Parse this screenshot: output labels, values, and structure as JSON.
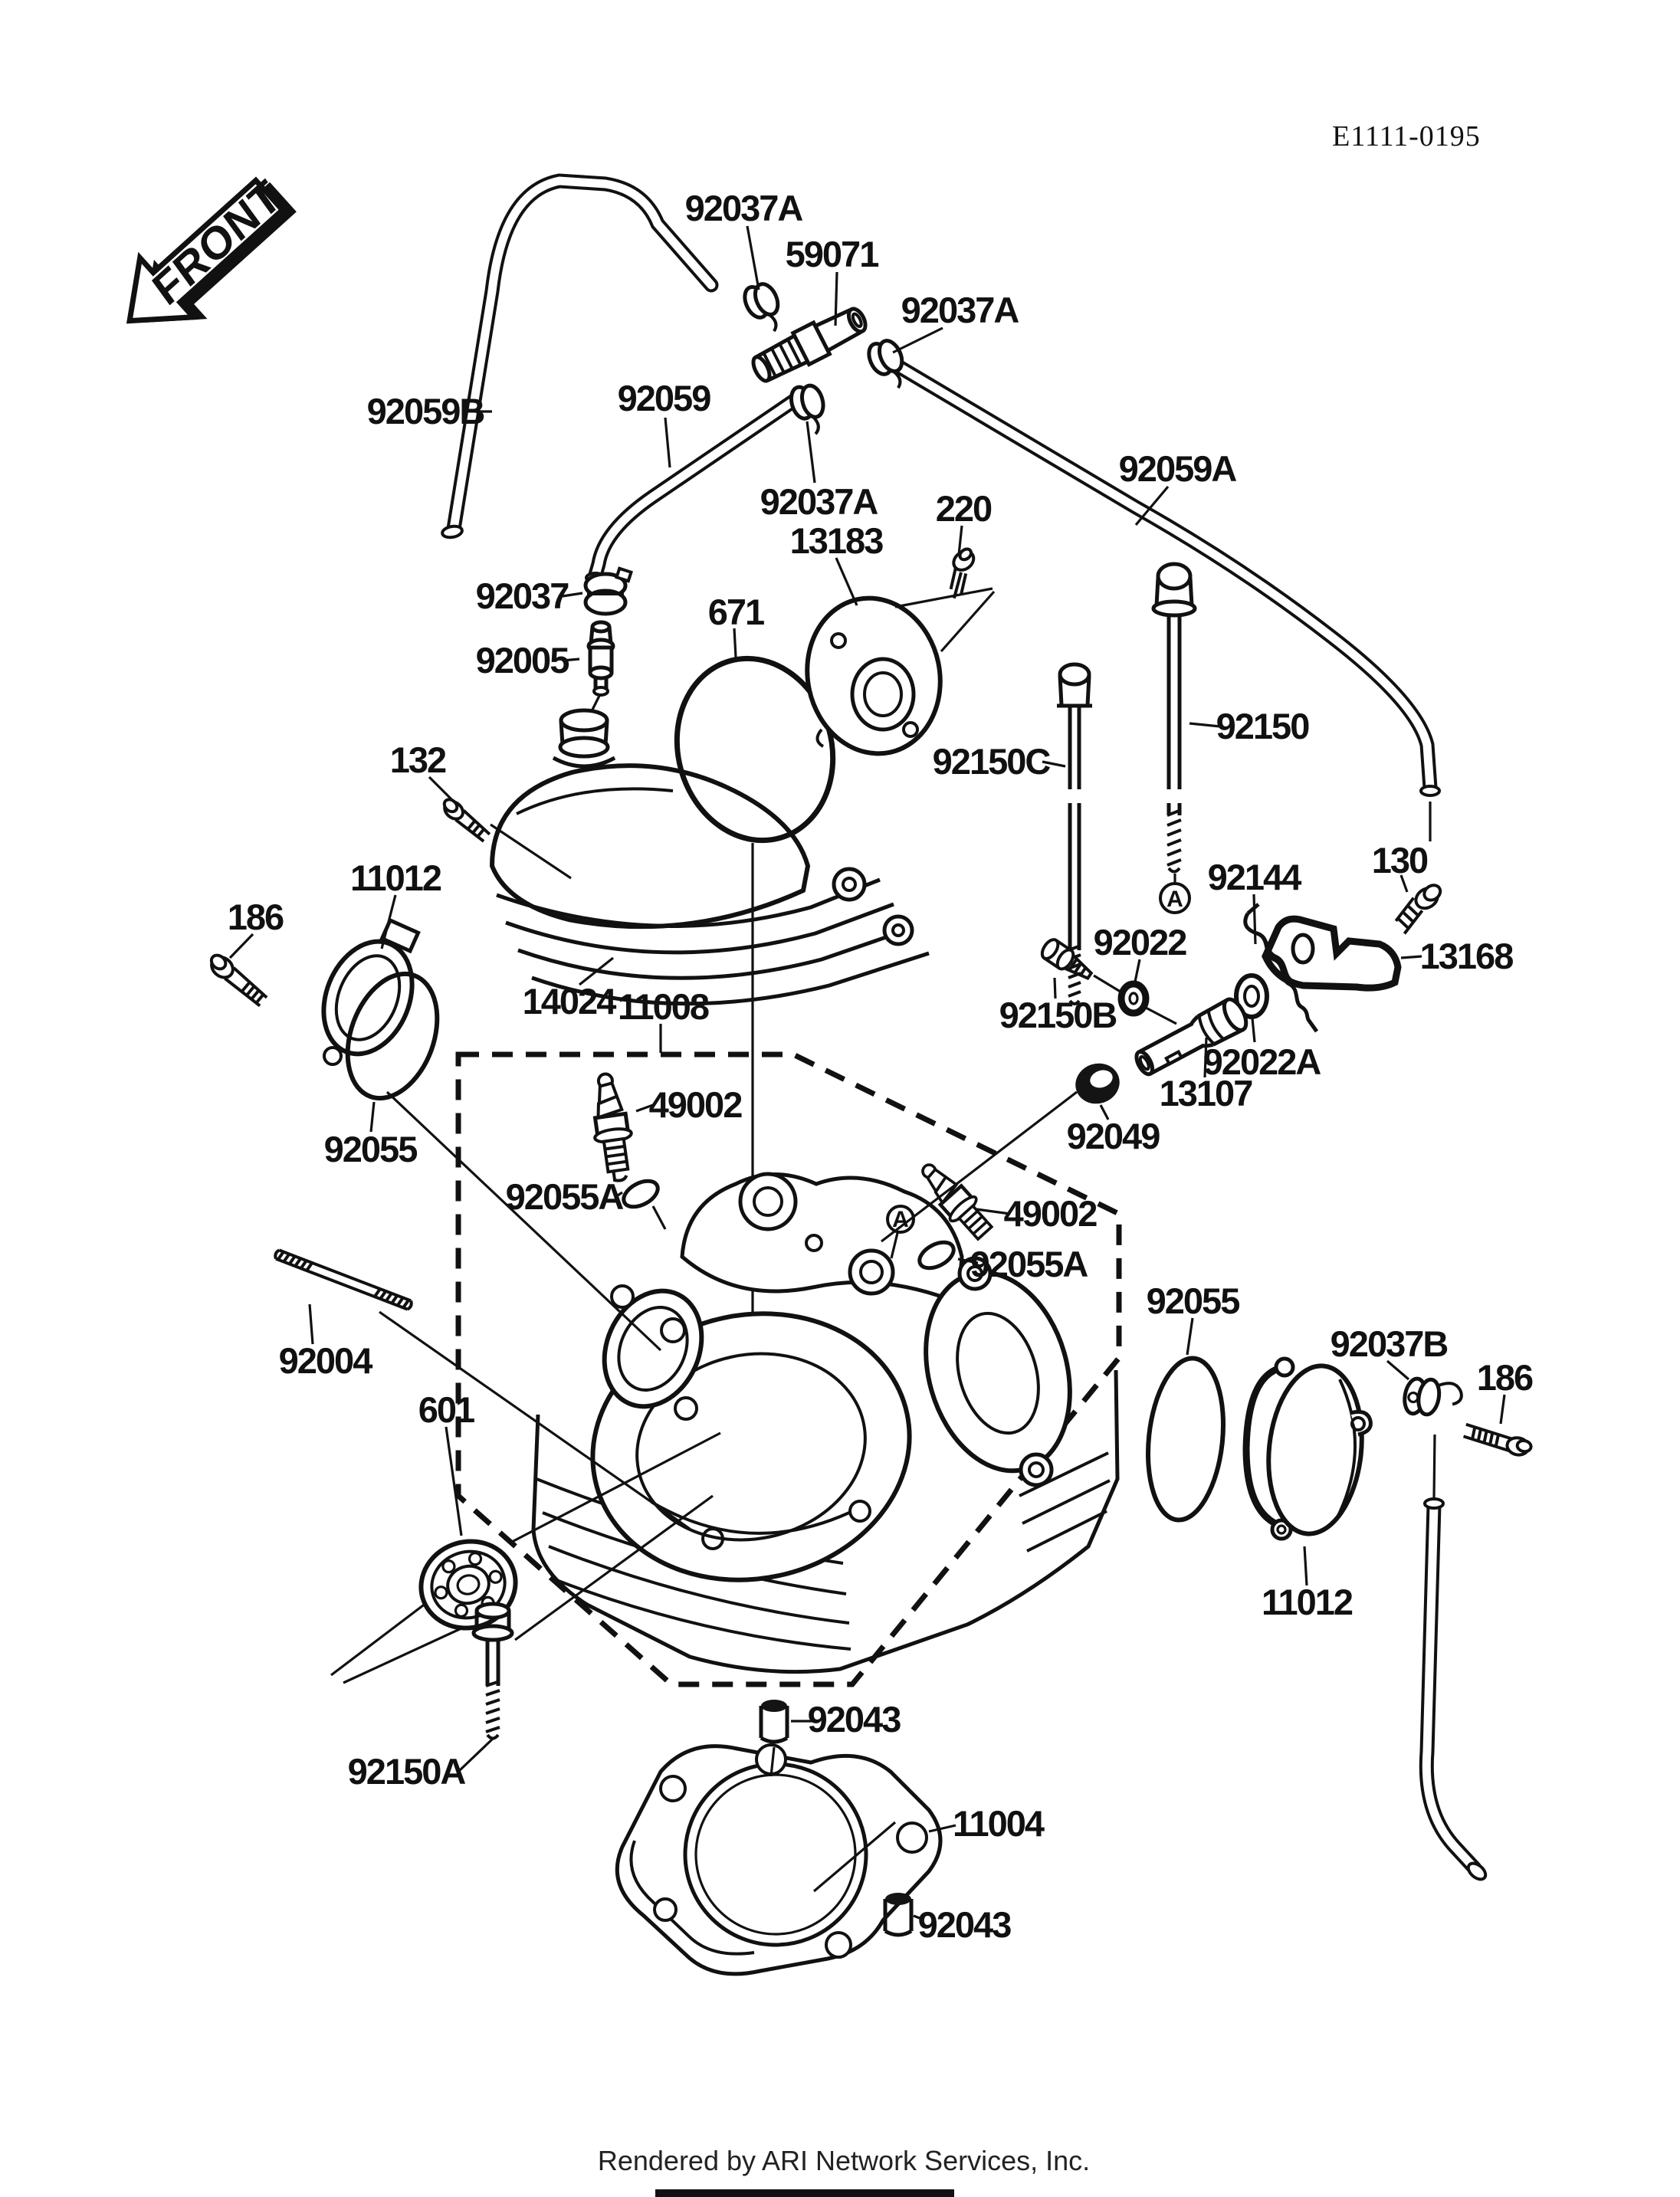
{
  "page": {
    "code": "E1111-0195",
    "front": "FRONT",
    "footer": "Rendered by ARI Network Services, Inc.",
    "marker": "A"
  },
  "diagram": {
    "type": "exploded-parts-diagram",
    "subject": "Motorcycle cylinder head assembly",
    "assembly_box_ref": "11008"
  },
  "parts": {
    "p92059B": "92059B",
    "p92037A_1": "92037A",
    "p59071": "59071",
    "p92037A_2": "92037A",
    "p92059": "92059",
    "p92037A_3": "92037A",
    "p92059A": "92059A",
    "p92037": "92037",
    "p92005": "92005",
    "p671": "671",
    "p13183": "13183",
    "p220": "220",
    "p92150C": "92150C",
    "p92150": "92150",
    "p130": "130",
    "p13168": "13168",
    "p92144": "92144",
    "p92022": "92022",
    "p92150B": "92150B",
    "p92022A": "92022A",
    "p13107": "13107",
    "p92049": "92049",
    "p132": "132",
    "p186_left": "186",
    "p11012_left": "11012",
    "p14024": "14024",
    "p92055_left": "92055",
    "p11008": "11008",
    "p49002_1": "49002",
    "p92055A_1": "92055A",
    "p92004": "92004",
    "p49002_2": "49002",
    "p92055A_2": "92055A",
    "p92055_right": "92055",
    "p92037B": "92037B",
    "p186_right": "186",
    "p11012_right": "11012",
    "p601": "601",
    "p92150A": "92150A",
    "p92043_1": "92043",
    "p11004": "11004",
    "p92043_2": "92043"
  }
}
